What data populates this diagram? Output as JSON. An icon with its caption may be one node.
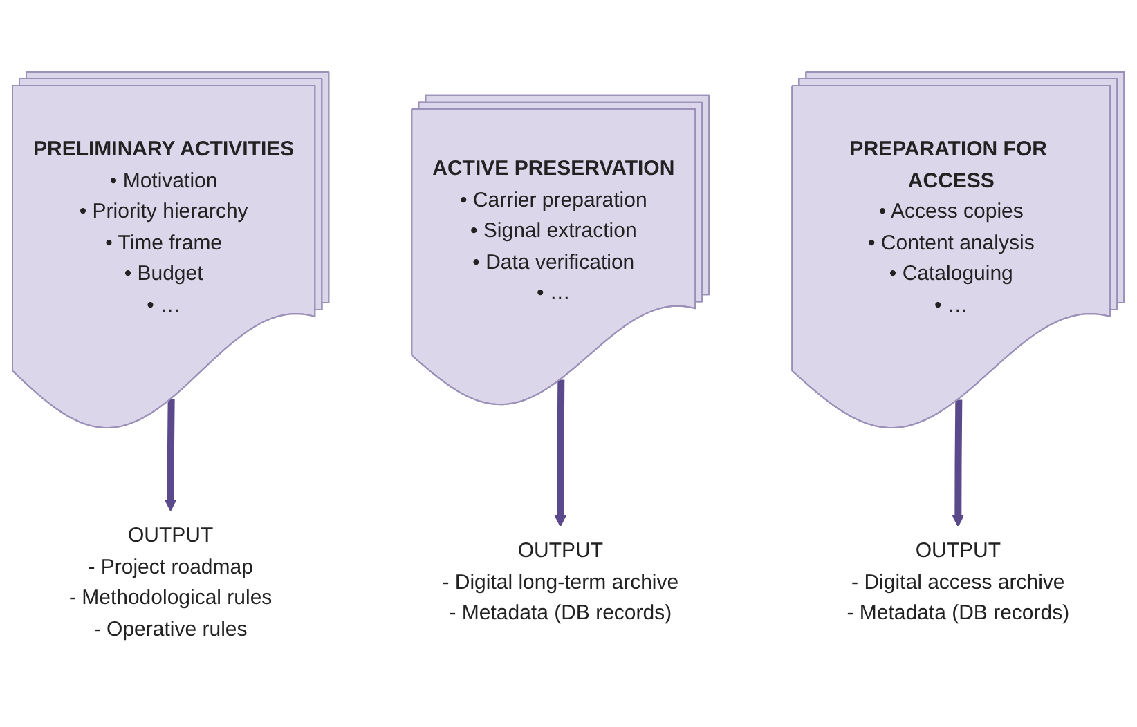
{
  "diagram": {
    "nodes": [
      {
        "text": [
          "PRELIMINARY ACTIVITIES",
          "• Motivation",
          "• Priority hierarchy",
          "• Time frame",
          "• Budget",
          "• …"
        ]
      },
      {
        "text": [
          "OUTPUT",
          "- Project roadmap",
          "- Methodological rules",
          "- Operative rules"
        ]
      },
      {
        "text": [
          "ACTIVE PRESERVATION",
          "• Carrier preparation",
          "• Signal extraction",
          "• Data verification",
          "• …"
        ]
      },
      {
        "text": [
          "OUTPUT",
          "- Digital long-term archive",
          "- Metadata (DB records)"
        ]
      },
      {
        "text": [
          "PREPARATION FOR ACCESS",
          "• Access copies",
          "• Content analysis",
          "• Cataloguing",
          "• …"
        ]
      },
      {
        "text": [
          "OUTPUT",
          "- Digital access archive",
          "- Metadata (DB records)"
        ]
      }
    ],
    "edges": [
      {
        "from": 0,
        "to": 1,
        "arrow": "to"
      },
      {
        "from": 2,
        "to": 3,
        "arrow": "to"
      },
      {
        "from": 4,
        "to": 5,
        "arrow": "to"
      }
    ]
  }
}
